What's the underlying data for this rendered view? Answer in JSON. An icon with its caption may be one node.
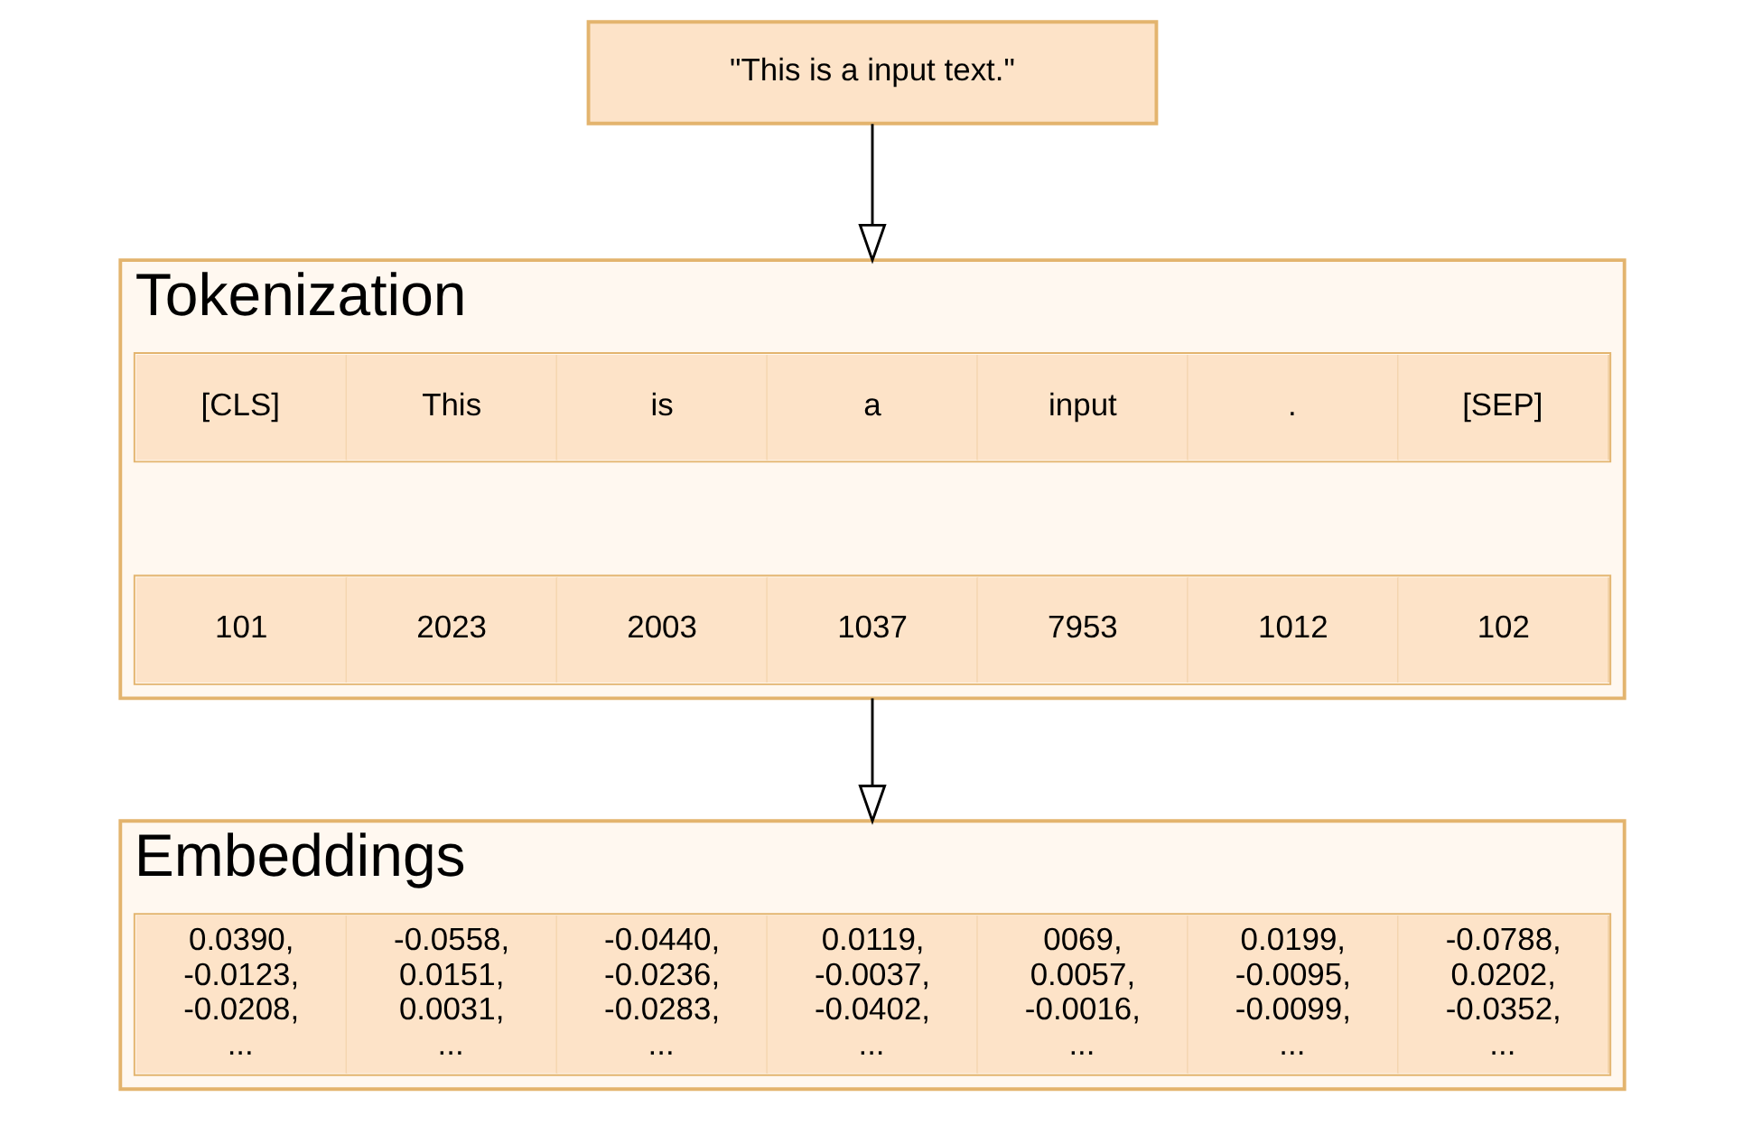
{
  "diagram": {
    "nodes": [
      {
        "text": [
          "\"This is a input text.\""
        ]
      },
      {
        "text": [
          "Tokenization"
        ]
      },
      {
        "text": [
          "[CLS]",
          "This",
          "is",
          "a",
          "input",
          ".",
          "[SEP]"
        ],
        "in": 1
      },
      {
        "text": [
          "101",
          "2023",
          "2003",
          "1037",
          "7953",
          "1012",
          "102"
        ],
        "in": 1
      },
      {
        "text": [
          "Embeddings"
        ]
      },
      {
        "text": [
          "0.0390, -0.0123, -0.0208, ...",
          "-0.0558, 0.0151, 0.0031, ...",
          "-0.0440, -0.0236, -0.0283, ...",
          "0.0119, -0.0037, -0.0402, ...",
          "0069, 0.0057, -0.0016, ...",
          "0.0199, -0.0095, -0.0099, ...",
          "-0.0788, 0.0202, -0.0352, ..."
        ],
        "in": 4
      }
    ],
    "edges": [
      {
        "from": 0,
        "to": 1,
        "arrow": "to"
      },
      {
        "from": 1,
        "to": 4,
        "arrow": "to"
      }
    ]
  }
}
